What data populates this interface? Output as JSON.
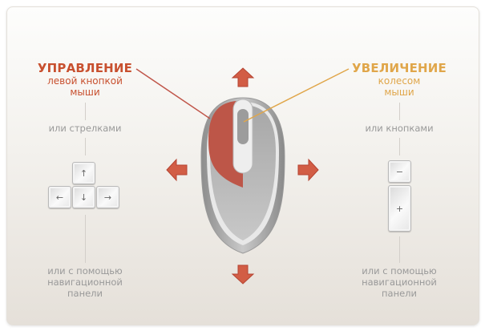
{
  "left": {
    "title": "УПРАВЛЕНИЕ",
    "subtitle_line1": "левой кнопкой",
    "subtitle_line2": "мыши",
    "alt1": "или стрелками",
    "keys": {
      "up": "↑",
      "left": "←",
      "down": "↓",
      "right": "→"
    },
    "alt2_line1": "или с помощью",
    "alt2_line2": "навигационной",
    "alt2_line3": "панели",
    "color": "#c8502f"
  },
  "right": {
    "title": "УВЕЛИЧЕНИЕ",
    "subtitle_line1": "колесом",
    "subtitle_line2": "мыши",
    "alt1": "или кнопками",
    "keys": {
      "minus": "−",
      "plus": "+"
    },
    "alt2_line1": "или с помощью",
    "alt2_line2": "навигационной",
    "alt2_line3": "панели",
    "color": "#e0a64a"
  }
}
